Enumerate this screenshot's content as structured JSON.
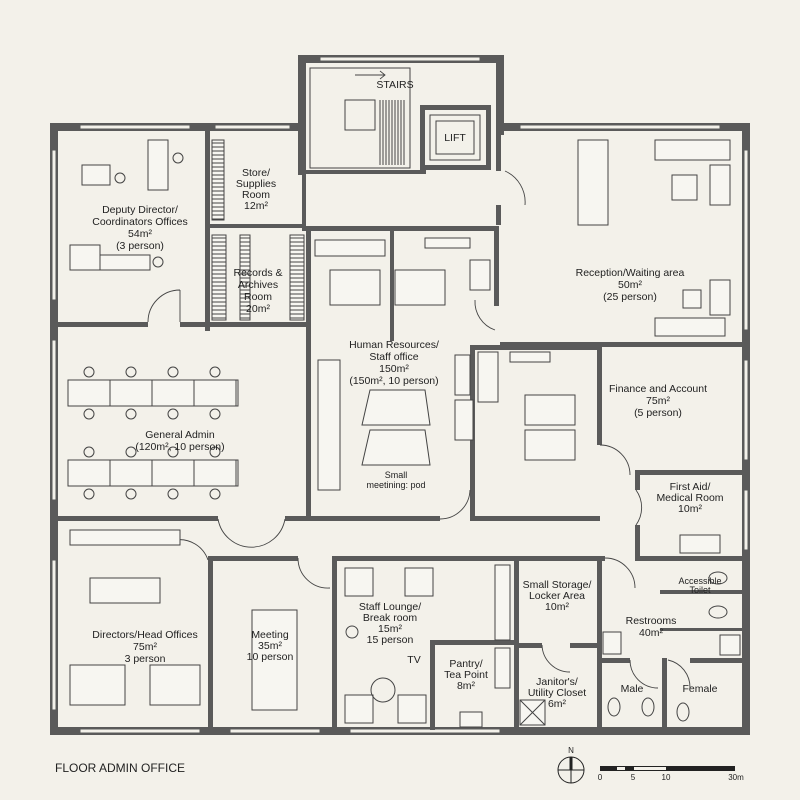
{
  "title": "FLOOR ADMIN OFFICE",
  "rooms": {
    "stairs": [
      "STAIRS"
    ],
    "lift": [
      "LIFT"
    ],
    "deputy": [
      "Deputy Director/",
      "Coordinators Offices",
      "54m²",
      "(3 person)"
    ],
    "store": [
      "Store/",
      "Supplies",
      "Room",
      "12m²"
    ],
    "records": [
      "Records &",
      "Archives",
      "Room",
      "20m²"
    ],
    "hr": [
      "Human Resources/",
      "Staff office",
      "150m²",
      "(150m², 10 person)"
    ],
    "pod": [
      "Small",
      "meetining: pod"
    ],
    "reception": [
      "Reception/Waiting area",
      "50m²",
      "(25 person)"
    ],
    "admin": [
      "General Admin",
      "(120m², 10 person)"
    ],
    "finance": [
      "Finance and Account",
      "75m²",
      "(5 person)"
    ],
    "firstaid": [
      "First Aid/",
      "Medical Room",
      "10m²"
    ],
    "directors": [
      "Directors/Head Offices",
      "75m²",
      "3 person"
    ],
    "meeting": [
      "Meeting",
      "35m²",
      "10 person"
    ],
    "lounge": [
      "Staff Lounge/",
      "Break room",
      "15m²",
      "15 person"
    ],
    "tv": [
      "TV"
    ],
    "pantry": [
      "Pantry/",
      "Tea Point",
      "8m²"
    ],
    "storage": [
      "Small Storage/",
      "Locker Area",
      "10m²"
    ],
    "janitor": [
      "Janitor's/",
      "Utility Closet",
      "6m²"
    ],
    "restrooms": [
      "Restrooms",
      "40m²"
    ],
    "accessible": [
      "Accessible",
      "Toilet"
    ],
    "male": [
      "Male"
    ],
    "female": [
      "Female"
    ]
  },
  "compass": {
    "label": "N"
  },
  "scale_bar": {
    "ticks": [
      "0",
      "5",
      "10",
      "30m"
    ]
  }
}
